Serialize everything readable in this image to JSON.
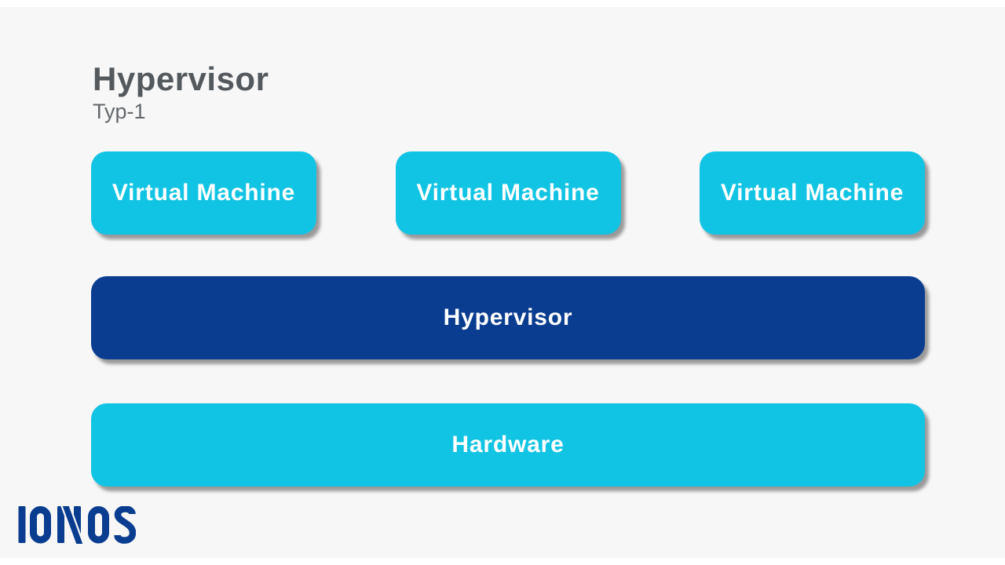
{
  "page": {
    "title": "Hypervisor",
    "subtitle": "Typ-1",
    "background_color": "#f7f7f7"
  },
  "colors": {
    "cyan_box": "#12C4E4",
    "blue_box": "#0A3D8F",
    "title_text": "#54595E",
    "subtitle_text": "#63686C",
    "box_text": "#FFFFFF",
    "logo_blue": "#0A3D8F"
  },
  "diagram": {
    "vm_boxes": [
      {
        "label": "Virtual Machine"
      },
      {
        "label": "Virtual Machine"
      },
      {
        "label": "Virtual Machine"
      }
    ],
    "hypervisor": {
      "label": "Hypervisor"
    },
    "hardware": {
      "label": "Hardware"
    }
  },
  "branding": {
    "logo_text": "IONOS"
  }
}
